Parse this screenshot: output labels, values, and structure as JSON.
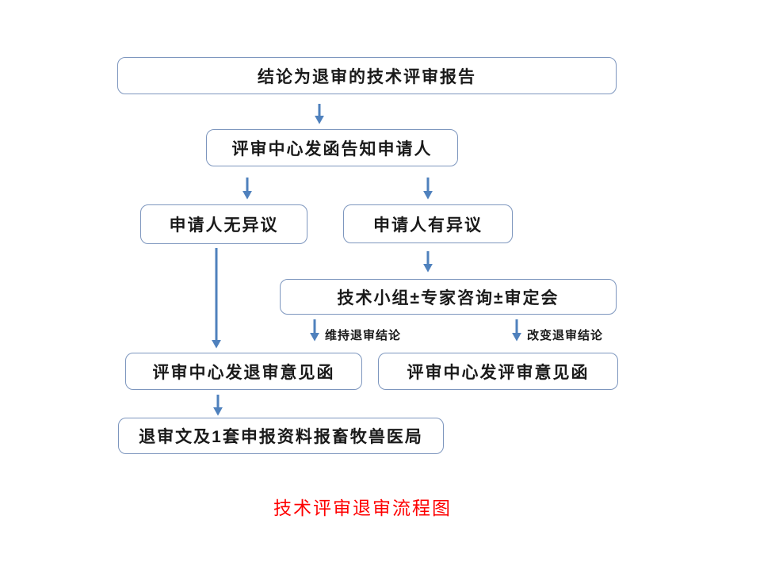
{
  "colors": {
    "arrow": "#4f81bd",
    "box_border": "#7d96be",
    "caption_text": "#fe0000"
  },
  "nodes": {
    "report": "结论为退审的技术评审报告",
    "notify": "评审中心发函告知申请人",
    "no_objection": "申请人无异议",
    "objection": "申请人有异议",
    "tech_group": "技术小组±专家咨询±审定会",
    "rejection_letter": "评审中心发退审意见函",
    "review_letter": "评审中心发评审意见函",
    "final_report": "退审文及1套申报资料报畜牧兽医局"
  },
  "edge_labels": {
    "maintain": "维持退审结论",
    "change": "改变退审结论"
  },
  "caption": "技术评审退审流程图"
}
